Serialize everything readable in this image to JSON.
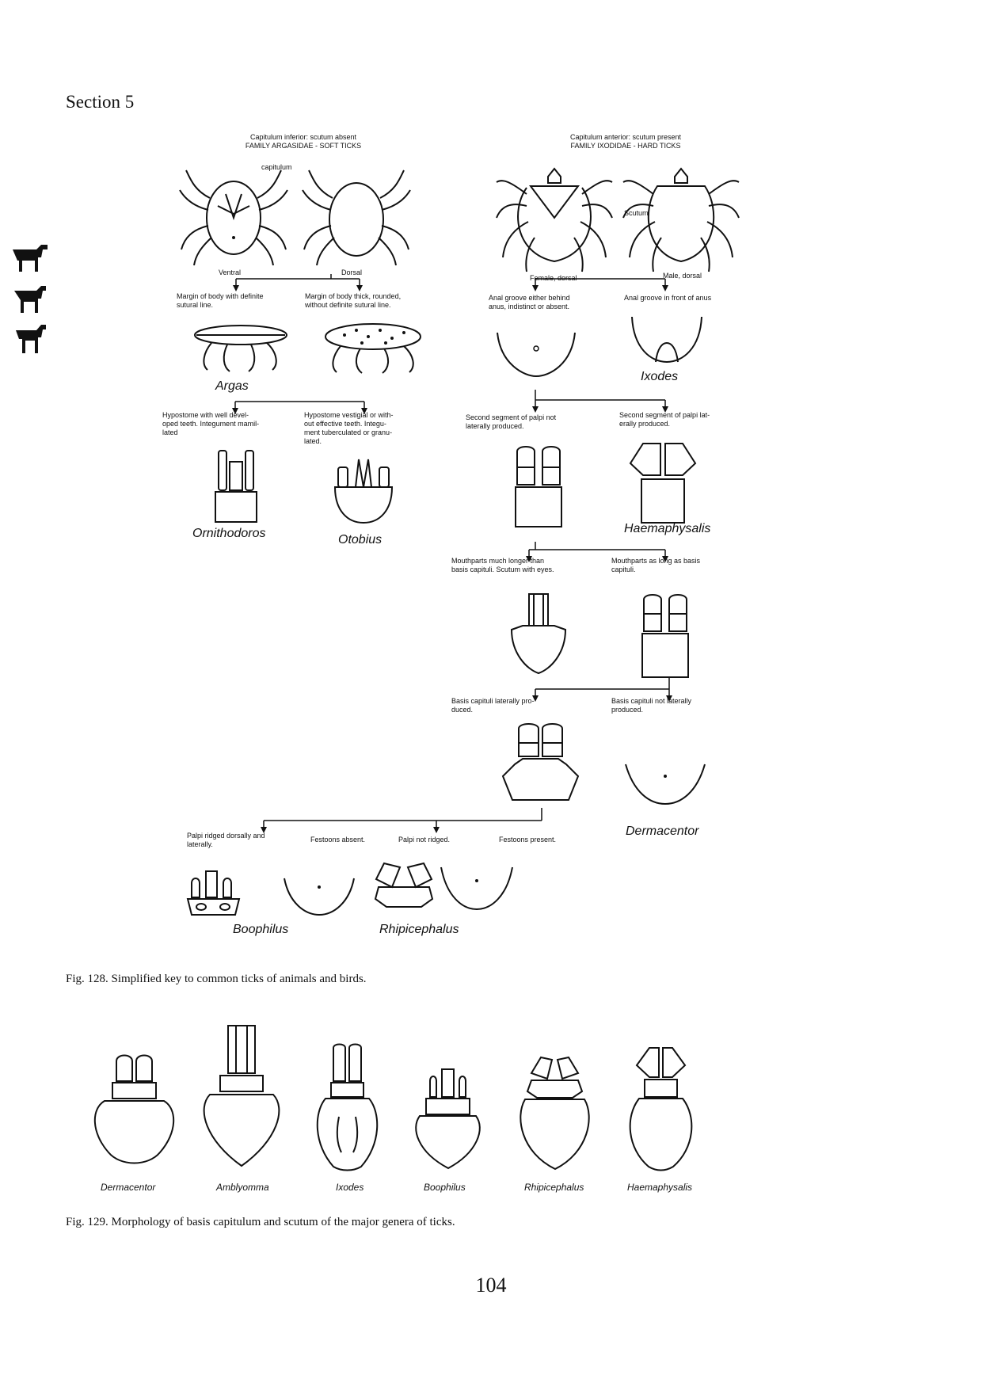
{
  "header": {
    "section": "Section 5"
  },
  "fig128": {
    "soft_heading": "Capitulum inferior: scutum absent\nFAMILY ARGASIDAE - SOFT TICKS",
    "hard_heading": "Capitulum anterior: scutum present\nFAMILY IXODIDAE - HARD TICKS",
    "label_capitulum": "capitulum",
    "label_scutum": "Scutum",
    "label_ventral": "Ventral",
    "label_dorsal": "Dorsal",
    "label_female_dorsal": "Female, dorsal",
    "label_male_dorsal": "Male, dorsal",
    "key_margin_sutural": "Margin of body with definite\nsutural line.",
    "key_margin_thick": "Margin of body thick, rounded,\nwithout definite sutural line.",
    "key_anal_behind": "Anal groove either behind\nanus, indistinct or absent.",
    "key_anal_front": "Anal groove in front of anus",
    "genus_argas": "Argas",
    "genus_ixodes": "Ixodes",
    "key_hypostome_teeth": "Hypostome with well devel-\noped teeth. Integument mamil-\nlated",
    "key_hypostome_vestigial": "Hypostome vestigial or with-\nout effective teeth. Integu-\nment tuberculated or granu-\nlated.",
    "key_palpi_not_lateral": "Second segment of palpi not\nlaterally produced.",
    "key_palpi_lateral": "Second segment of palpi lat-\nerally produced.",
    "genus_ornithodoros": "Ornithodoros",
    "genus_otobius": "Otobius",
    "genus_haemaphysalis": "Haemaphysalis",
    "key_mouth_longer": "Mouthparts much longer than\nbasis capituli. Scutum with eyes.",
    "key_mouth_aslong": "Mouthparts as long as basis\ncapituli.",
    "key_basis_lateral": "Basis capituli laterally pro-\nduced.",
    "key_basis_not_lateral": "Basis capituli not laterally\nproduced.",
    "genus_dermacentor": "Dermacentor",
    "key_palpi_ridged": "Palpi ridged dorsally and\nlaterally.",
    "key_festoons_absent": "Festoons absent.",
    "key_palpi_not_ridged": "Palpi not ridged.",
    "key_festoons_present": "Festoons present.",
    "genus_boophilus": "Boophilus",
    "genus_rhipicephalus": "Rhipicephalus",
    "caption": "Fig. 128. Simplified key to common ticks of animals and birds."
  },
  "fig129": {
    "genera": [
      "Dermacentor",
      "Amblyomma",
      "Ixodes",
      "Boophilus",
      "Rhipicephalus",
      "Haemaphysalis"
    ],
    "caption": "Fig. 129. Morphology of basis capitulum and scutum of the major genera of ticks."
  },
  "footer": {
    "page_number": "104"
  }
}
